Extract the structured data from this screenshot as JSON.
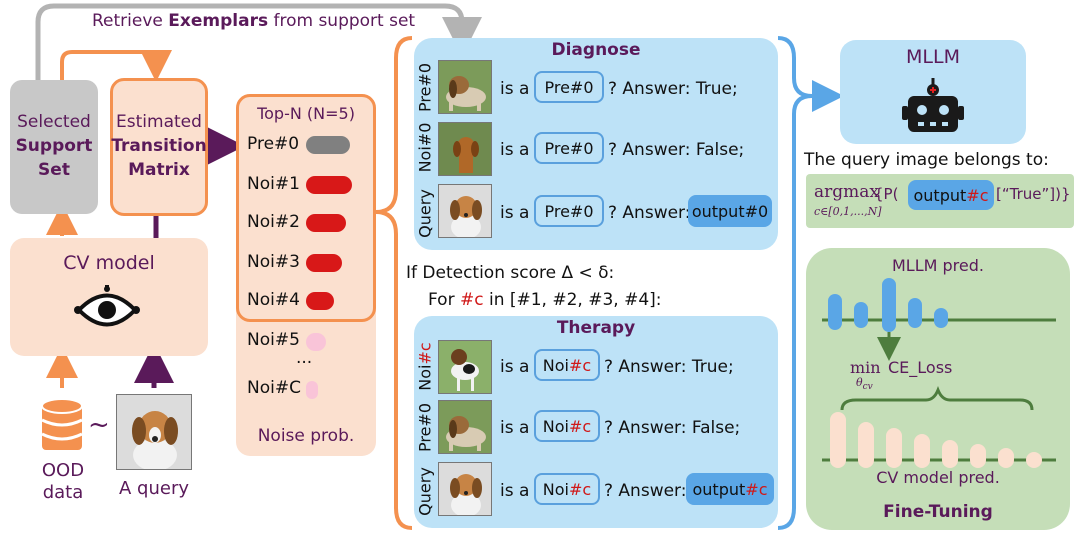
{
  "top_arrow": {
    "prefix": "Retrieve ",
    "bold": "Exemplars",
    "suffix": " from support set"
  },
  "support": {
    "line1": "Selected",
    "line2": "Support",
    "line3": "Set"
  },
  "transition": {
    "line1": "Estimated",
    "line2": "Transition",
    "line3": "Matrix"
  },
  "cv_model": {
    "label": "CV model"
  },
  "ood": {
    "line1": "OOD",
    "line2": "data",
    "tilde": "~"
  },
  "query_label": "A query",
  "topn": {
    "title": "Top-N (N=5)",
    "items": [
      {
        "label": "Pre#0",
        "color": "#808080"
      },
      {
        "label": "Noi#1",
        "color": "#d81818"
      },
      {
        "label": "Noi#2",
        "color": "#d81818"
      },
      {
        "label": "Noi#3",
        "color": "#d81818"
      },
      {
        "label": "Noi#4",
        "color": "#d81818"
      }
    ],
    "rest": [
      {
        "label": "Noi#5",
        "color": "#f9c4d8"
      },
      {
        "label": "...",
        "color": ""
      },
      {
        "label": "Noi#C",
        "color": "#f9c4d8"
      }
    ],
    "footer": "Noise prob."
  },
  "diagnose": {
    "title": "Diagnose",
    "rows": [
      {
        "side": "Pre#0",
        "is": "is a",
        "pill": "Pre#0",
        "answer": "? Answer: True;"
      },
      {
        "side": "Noi#0",
        "is": "is a",
        "pill": "Pre#0",
        "answer": "? Answer: False;"
      },
      {
        "side": "Query",
        "is": "is a",
        "pill": "Pre#0",
        "answer": "? Answer:",
        "output": "output#0"
      }
    ]
  },
  "condition": {
    "line1": "If Detection score Δ < δ:",
    "line2_pre": "For ",
    "line2_c": "#c",
    "line2_post": " in [#1, #2, #3, #4]:"
  },
  "therapy": {
    "title": "Therapy",
    "rows": [
      {
        "side_pre": "Noi",
        "side_c": "#c",
        "is": "is a",
        "pill_pre": "Noi",
        "pill_c": "#c",
        "answer": "? Answer: True;"
      },
      {
        "side_pre": "Pre#0",
        "side_c": "",
        "is": "is a",
        "pill_pre": "Noi",
        "pill_c": "#c",
        "answer": "? Answer: False;"
      },
      {
        "side_pre": "Query",
        "side_c": "",
        "is": "is a",
        "pill_pre": "Noi",
        "pill_c": "#c",
        "answer": "? Answer:",
        "out_pre": "output",
        "out_c": "#c"
      }
    ]
  },
  "mllm": {
    "label": "MLLM"
  },
  "belongs": "The query image belongs to:",
  "formula": {
    "argmax": "argmax",
    "sub": "c∈[0,1,...,N]",
    "open": "{P(",
    "out_pre": "output",
    "out_c": "#c",
    "close": "[“True”])}"
  },
  "finetune": {
    "top_label": "MLLM pred.",
    "min": "min",
    "min_sub": "θ",
    "min_sub2": "cv",
    "loss": "CE_Loss",
    "bottom_label": "CV model pred.",
    "title": "Fine-Tuning"
  },
  "colors": {
    "orange": "#f4914f",
    "gray": "#c8c8c8",
    "purple": "#5a1a5a",
    "blue_line": "#5aa6e6",
    "green_dark": "#4e7d3e"
  }
}
